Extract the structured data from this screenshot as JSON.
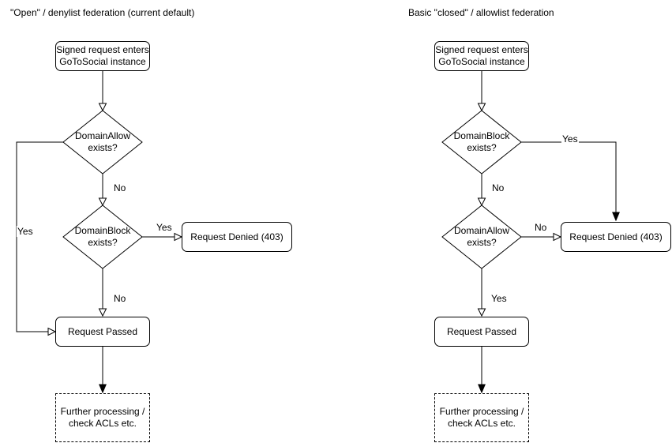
{
  "colors": {
    "stroke": "#000000",
    "text": "#000000",
    "background": "#ffffff"
  },
  "left_chart": {
    "title": "\"Open\" / denylist federation (current default)",
    "start": "Signed request enters\nGoToSocial instance",
    "decision1": "DomainAllow\nexists?",
    "decision1_no": "No",
    "decision1_yes": "Yes",
    "decision2": "DomainBlock\nexists?",
    "decision2_yes": "Yes",
    "decision2_no": "No",
    "denied": "Request Denied (403)",
    "passed": "Request Passed",
    "further": "Further processing /\ncheck ACLs etc."
  },
  "right_chart": {
    "title": "Basic \"closed\" / allowlist federation",
    "start": "Signed request enters\nGoToSocial instance",
    "decision1": "DomainBlock\nexists?",
    "decision1_yes": "Yes",
    "decision1_no": "No",
    "decision2": "DomainAllow\nexists?",
    "decision2_no": "No",
    "decision2_yes": "Yes",
    "denied": "Request Denied (403)",
    "passed": "Request Passed",
    "further": "Further processing /\ncheck ACLs etc."
  }
}
